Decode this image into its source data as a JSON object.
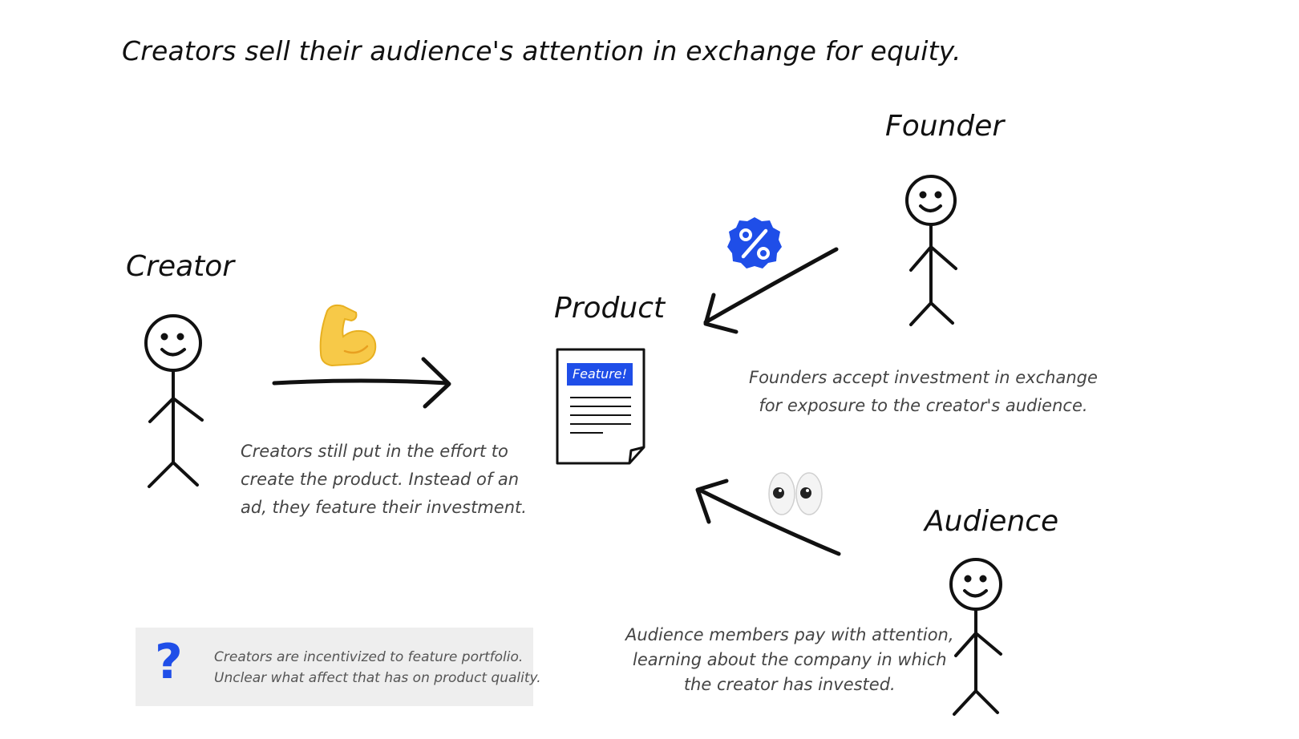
{
  "title": "Creators sell their audience's attention in exchange for equity.",
  "actors": {
    "creator": "Creator",
    "founder": "Founder",
    "audience": "Audience"
  },
  "product": {
    "label": "Product",
    "badge": "Feature!"
  },
  "captions": {
    "creator": [
      "Creators still put in the effort to",
      "create the product. Instead of an",
      "ad, they feature their investment."
    ],
    "founder": [
      "Founders accept investment in exchange",
      "for exposure to the creator's audience."
    ],
    "audience": [
      "Audience members pay with attention,",
      "learning about the company in which",
      "the creator has invested."
    ]
  },
  "note": {
    "icon": "question-mark-icon",
    "lines": [
      "Creators are incentivized to feature portfolio.",
      "Unclear what affect that has on product quality."
    ]
  },
  "icons": {
    "effort": "flexed-biceps-icon",
    "equity": "percent-badge-icon",
    "attention": "eyes-icon"
  },
  "colors": {
    "accent": "#1f4ee8",
    "text": "#111111",
    "caption": "#444444",
    "note_bg": "#eeeeee",
    "biceps": "#f7c948"
  }
}
